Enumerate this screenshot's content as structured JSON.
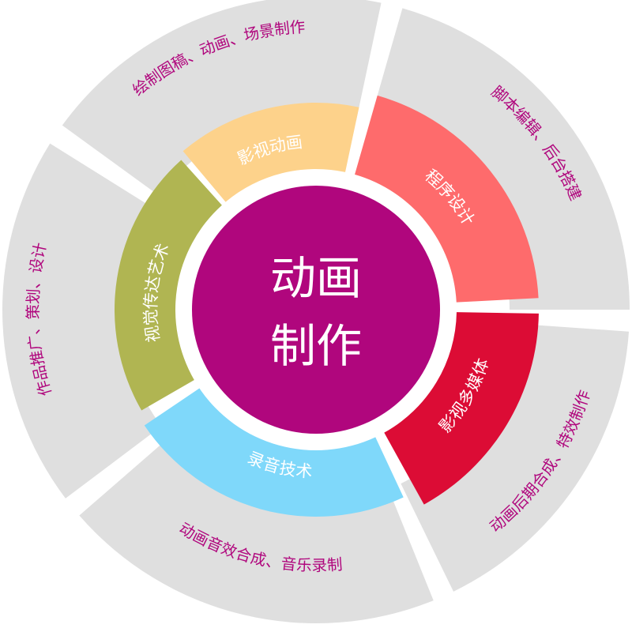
{
  "center": {
    "line1": "动画",
    "line2": "制作",
    "color": "#b0067d"
  },
  "inner_ring": [
    {
      "label": "影视动画",
      "color": "#fdd28b"
    },
    {
      "label": "程序设计",
      "color": "#fe6b6c"
    },
    {
      "label": "影视多媒体",
      "color": "#dc0c35"
    },
    {
      "label": "录音技术",
      "color": "#7fd8fa"
    },
    {
      "label": "视觉传达艺术",
      "color": "#b0b552"
    }
  ],
  "outer_ring": [
    {
      "label": "绘制图稿、动画、场景制作"
    },
    {
      "label": "脚本编辑、后台搭建"
    },
    {
      "label": "动画后期合成、特效制作"
    },
    {
      "label": "动画音效合成、音乐录制"
    },
    {
      "label": "作品推广、策划、设计"
    }
  ],
  "colors": {
    "outer_segment": "#dfdfdf",
    "outer_text": "#b0067d",
    "inner_text": "#ffffff",
    "center_text": "#ffffff"
  }
}
